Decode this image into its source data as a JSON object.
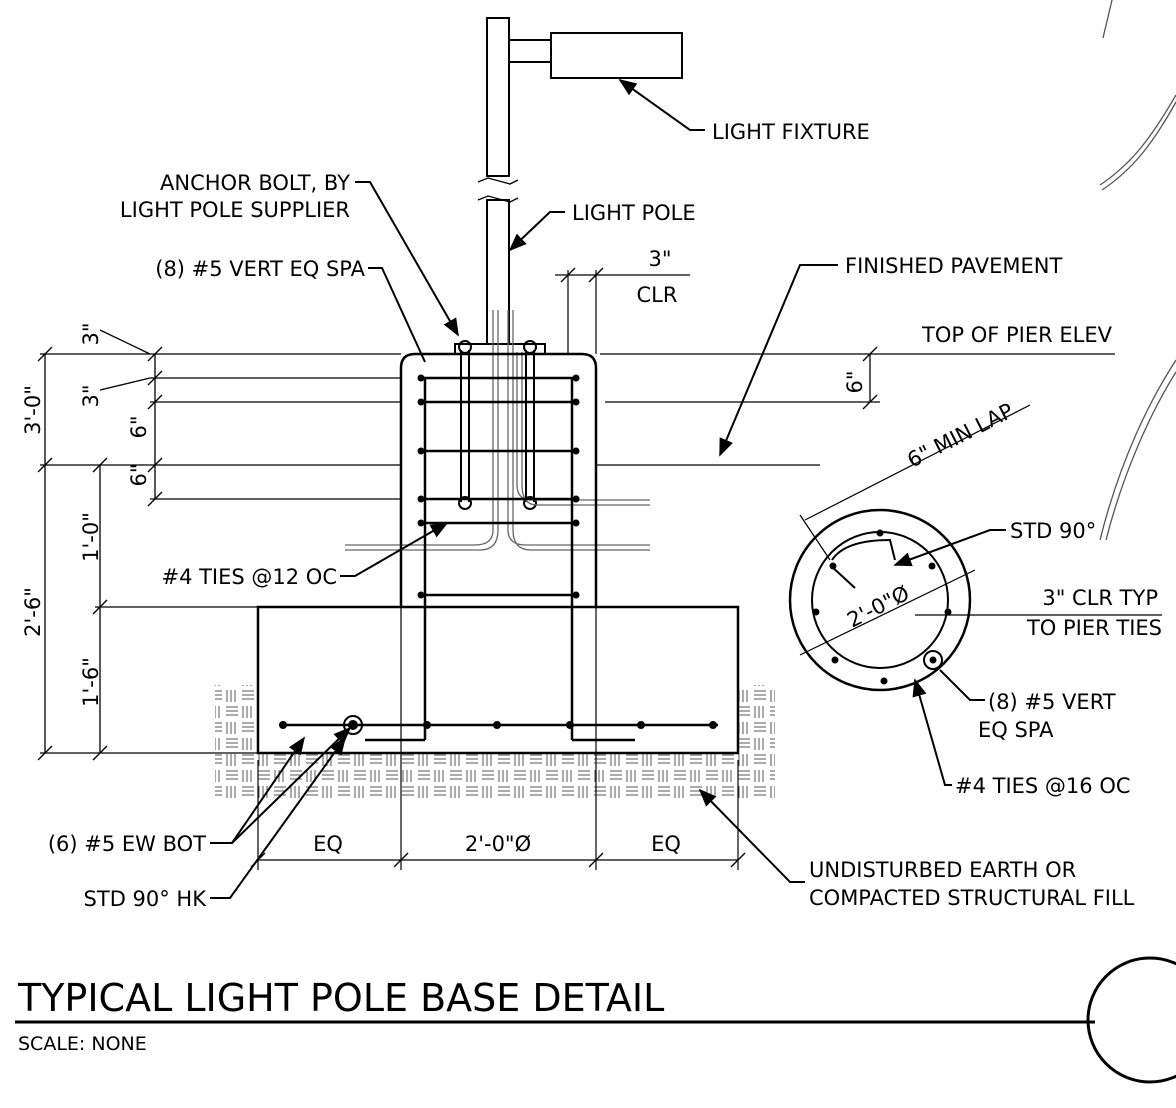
{
  "drawing": {
    "title": "TYPICAL LIGHT POLE BASE DETAIL",
    "scale": "SCALE: NONE"
  },
  "callouts": {
    "light_fixture": "LIGHT FIXTURE",
    "anchor_bolt_1": "ANCHOR BOLT, BY",
    "anchor_bolt_2": "LIGHT POLE SUPPLIER",
    "light_pole": "LIGHT POLE",
    "vert_bars": "(8) #5 VERT EQ SPA",
    "finished_pavement": "FINISHED PAVEMENT",
    "top_of_pier": "TOP OF PIER ELEV",
    "ties_12": "#4 TIES @12 OC",
    "bottom_bars": "(6) #5 EW BOT",
    "hook": "STD 90° HK",
    "earth_1": "UNDISTURBED EARTH OR",
    "earth_2": "COMPACTED STRUCTURAL FILL"
  },
  "section": {
    "min_lap": "6\" MIN LAP",
    "std90": "STD 90°",
    "clr_1": "3\" CLR TYP",
    "clr_2": "TO PIER TIES",
    "diameter": "2'-0\"Ø",
    "vert_1": "(8) #5 VERT",
    "vert_2": "EQ SPA",
    "ties_16": "#4 TIES @16 OC"
  },
  "dimensions": {
    "clr_top": "3\"",
    "clr_bottom": "CLR",
    "pier_6": "6\"",
    "left_3_top": "3\"",
    "left_3_2": "3\"",
    "left_6_1": "6\"",
    "left_6_2": "6\"",
    "left_3_0": "3'-0\"",
    "left_1_0": "1'-0\"",
    "left_2_6": "2'-6\"",
    "left_1_6": "1'-6\"",
    "eq_left": "EQ",
    "pier_dia": "2'-0\"Ø",
    "eq_right": "EQ"
  },
  "colors": {
    "ink": "#000000",
    "gray": "#666666"
  }
}
